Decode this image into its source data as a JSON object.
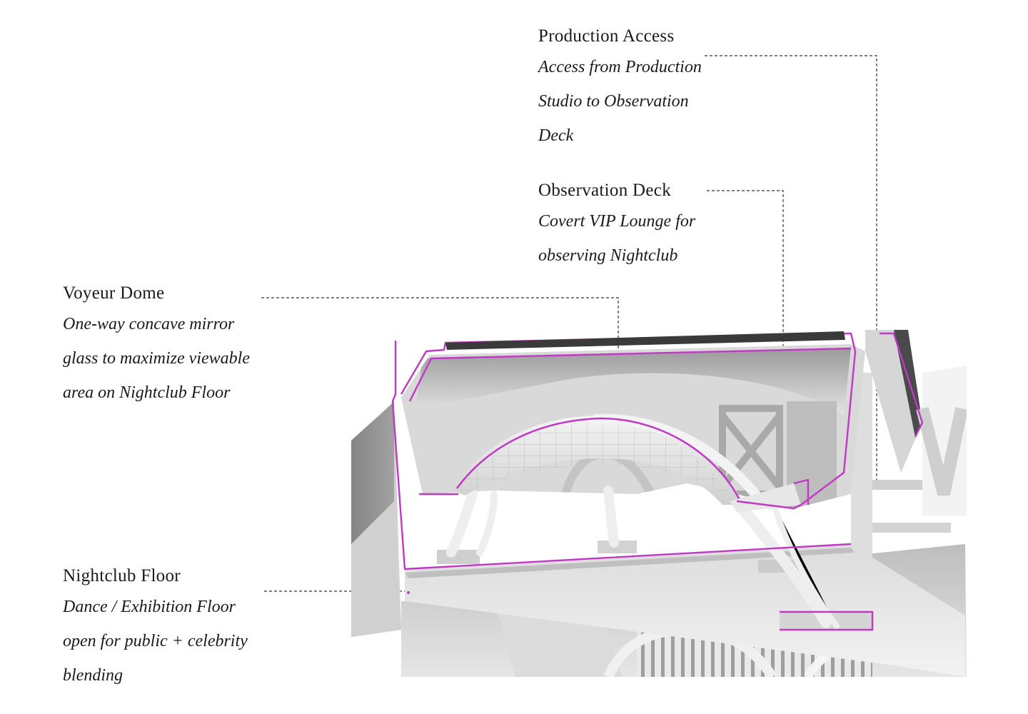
{
  "annotations": {
    "production_access": {
      "title": "Production Access",
      "lines": [
        "Access from Production",
        "Studio to Observation",
        "Deck"
      ]
    },
    "observation_deck": {
      "title": "Observation Deck",
      "lines": [
        "Covert VIP Lounge for",
        "observing Nightclub"
      ]
    },
    "voyeur_dome": {
      "title": "Voyeur Dome",
      "lines": [
        "One-way concave mirror",
        "glass to maximize viewable",
        "area on Nightclub Floor"
      ]
    },
    "nightclub_floor": {
      "title": "Nightclub Floor",
      "lines": [
        "Dance / Exhibition Floor",
        "open for public + celebrity",
        "blending"
      ]
    }
  },
  "colors": {
    "section_cut": "#c238c6",
    "leader_line": "#333333",
    "model_light": "#ececec",
    "model_mid": "#c9c9c9",
    "model_dark": "#7a7a7a"
  }
}
